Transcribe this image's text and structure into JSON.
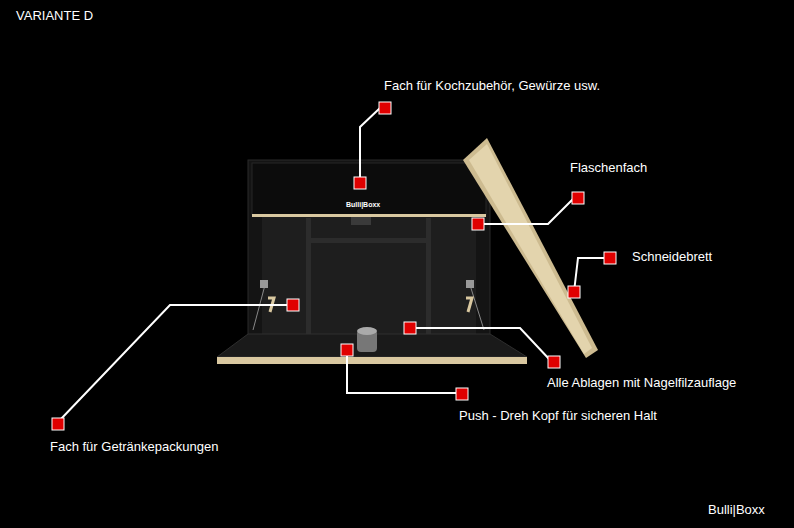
{
  "diagram": {
    "title": "VARIANTE D",
    "labels": [
      "Fach für Kochzubehör, Gewürze usw.",
      "Flaschenfach",
      "Bulli|Boxx",
      "Schneidebrett",
      "Alle Ablagen mit Nagelfilzauflage",
      "Push - Dreh Kopf für sicheren Halt",
      "Fach für Getränkepackungen",
      "Bulli|Boxx"
    ]
  }
}
